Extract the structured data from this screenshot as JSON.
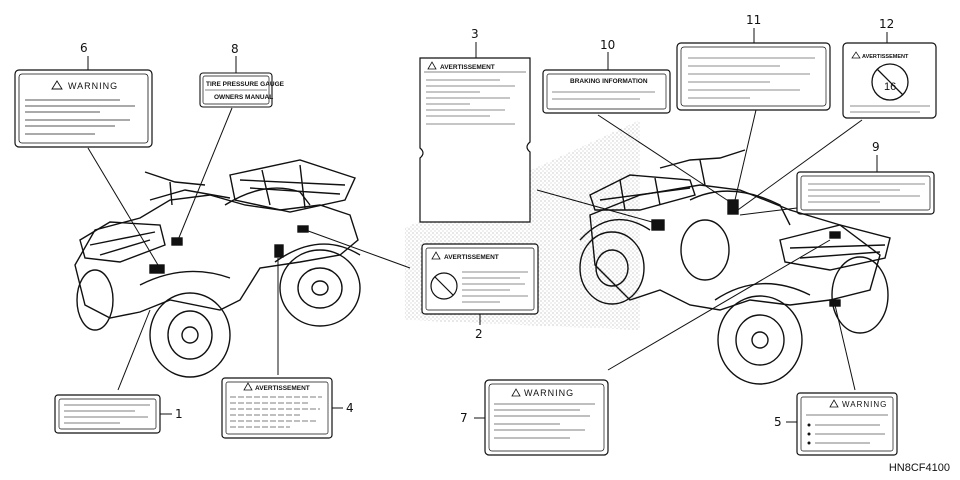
{
  "diagram": {
    "code": "HN8CF4100",
    "callouts": [
      "1",
      "2",
      "3",
      "4",
      "5",
      "6",
      "7",
      "8",
      "9",
      "10",
      "11",
      "12"
    ],
    "label_texts": {
      "warning": "WARNING",
      "avertissement": "AVERTISSEMENT",
      "tire_pressure": "TIRE PRESSURE GAUGE",
      "owners_manual": "OWNERS MANUAL",
      "braking": "BRAKING INFORMATION"
    }
  }
}
